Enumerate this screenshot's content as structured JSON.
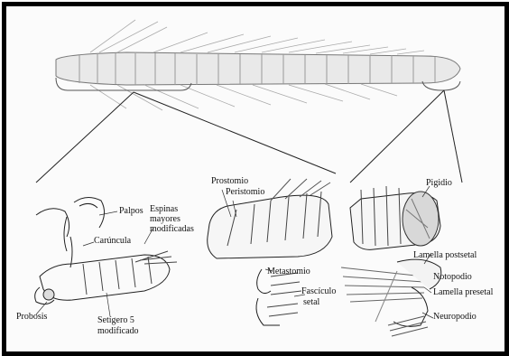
{
  "labels": {
    "palpos": "Palpos",
    "espinas": "Espinas",
    "mayores": "mayores",
    "modificadas": "modificadas",
    "carnucula": "Carúncula",
    "proboscis": "Probosis",
    "setigero": "Setígero 5",
    "modificado": "modificado",
    "prostomio": "Prostomio",
    "peristomio": "Peristomio",
    "metastomio": "Metastomio",
    "fasciculo": "Fascículo",
    "setal": "setal",
    "pigidio": "Pigidio",
    "lamella_postsetal": "Lamella postsetal",
    "notopodio": "Notopodio",
    "lamella_presetal": "Lamella presetal",
    "neuropodio": "Neuropodio"
  }
}
